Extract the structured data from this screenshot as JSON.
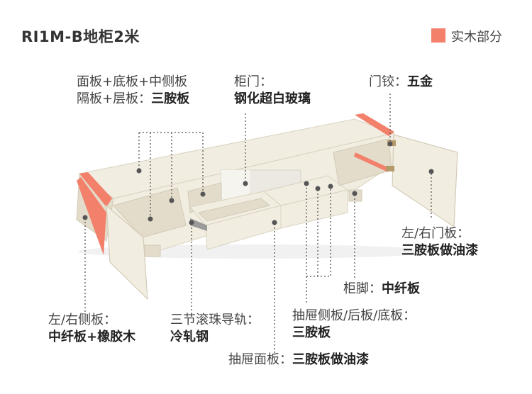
{
  "title": "RI1M-B地柜2米",
  "legend": {
    "label": "实木部分",
    "color": "#F2806A"
  },
  "colors": {
    "body": "#F2EDE1",
    "body_shade": "#E3DCCB",
    "accent": "#F2806A",
    "line": "#555555"
  },
  "annotations": {
    "panel": {
      "line1": "面板+底板+中侧板",
      "line2_prefix": "隔板+层板：",
      "line2_value": "三胺板"
    },
    "door_glass": {
      "line1": "柜门：",
      "line2": "钢化超白玻璃"
    },
    "hinge": {
      "prefix": "门铰：",
      "value": "五金"
    },
    "side_door": {
      "line1": "左/右门板：",
      "line2": "三胺板做油漆"
    },
    "leg": {
      "prefix": "柜脚：",
      "value": "中纤板"
    },
    "side_panel": {
      "line1": "左/右侧板：",
      "line2": "中纤板+橡胶木"
    },
    "rail": {
      "line1": "三节滚珠导轨：",
      "line2": "冷轧钢"
    },
    "drawer_side": {
      "line1": "抽屉侧板/后板/底板：",
      "line2": "三胺板"
    },
    "drawer_front": {
      "prefix": "抽屉面板：",
      "value": "三胺板做油漆"
    }
  }
}
